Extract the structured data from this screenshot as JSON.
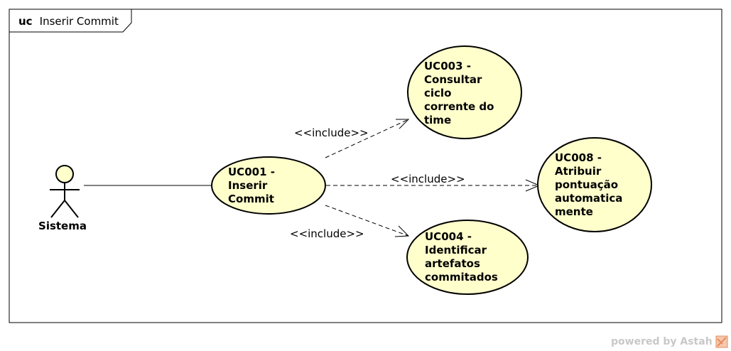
{
  "frame": {
    "keyword": "uc",
    "name": "Inserir Commit"
  },
  "actor": {
    "name": "Sistema"
  },
  "use_cases": {
    "uc001": {
      "lines": [
        "UC001 -",
        "Inserir",
        "Commit"
      ]
    },
    "uc003": {
      "lines": [
        "UC003 -",
        "Consultar",
        "ciclo",
        "corrente do",
        "time"
      ]
    },
    "uc008": {
      "lines": [
        "UC008 -",
        "Atribuir",
        "pontuação",
        "automatica",
        "mente"
      ]
    },
    "uc004": {
      "lines": [
        "UC004 -",
        "Identificar",
        "artefatos",
        "commitados"
      ]
    }
  },
  "relations": {
    "include_uc003": "<<include>>",
    "include_uc008": "<<include>>",
    "include_uc004": "<<include>>"
  },
  "watermark": {
    "text": "powered by Astah"
  },
  "colors": {
    "use_case_fill": "#ffffcc",
    "line": "#000000",
    "watermark": "#c8c8c8",
    "logo": "#e88a5a"
  }
}
